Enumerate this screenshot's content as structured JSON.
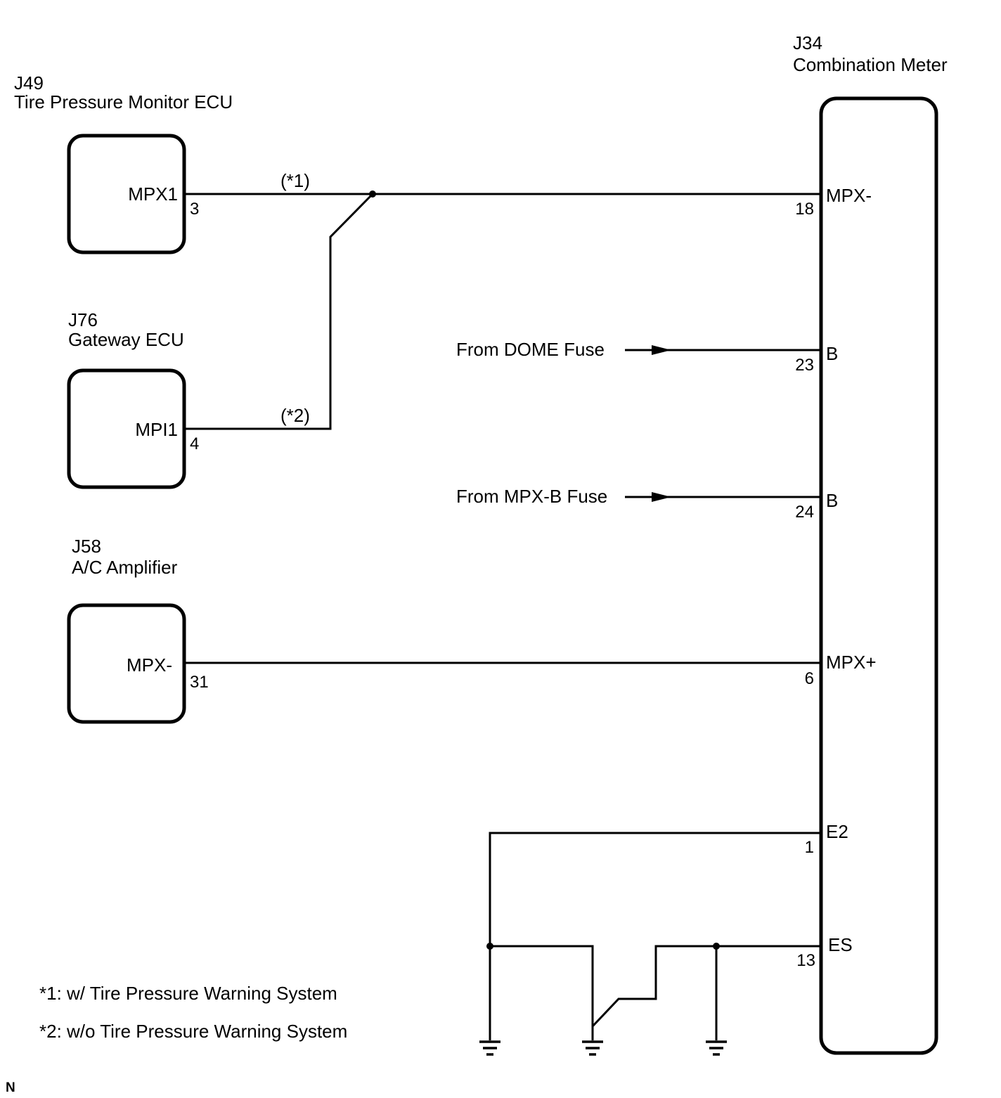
{
  "components": {
    "tpms": {
      "code": "J49",
      "name": "Tire Pressure Monitor ECU",
      "pin_name": "MPX1",
      "pin_number": "3"
    },
    "gateway": {
      "code": "J76",
      "name": "Gateway ECU",
      "pin_name": "MPI1",
      "pin_number": "4"
    },
    "ac_amp": {
      "code": "J58",
      "name": "A/C Amplifier",
      "pin_name": "MPX-",
      "pin_number": "31"
    },
    "meter": {
      "code": "J34",
      "name": "Combination Meter",
      "pins": [
        {
          "name": "MPX-",
          "number": "18"
        },
        {
          "name": "B",
          "number": "23"
        },
        {
          "name": "B",
          "number": "24"
        },
        {
          "name": "MPX+",
          "number": "6"
        },
        {
          "name": "E2",
          "number": "1"
        },
        {
          "name": "ES",
          "number": "13"
        }
      ]
    }
  },
  "wire_notes": {
    "w1": "(*1)",
    "w2": "(*2)"
  },
  "fuse_sources": {
    "dome": "From DOME Fuse",
    "mpxb": "From MPX-B Fuse"
  },
  "footnotes": [
    "*1: w/ Tire Pressure Warning System",
    "*2: w/o Tire Pressure Warning System"
  ],
  "corner_mark": "N"
}
